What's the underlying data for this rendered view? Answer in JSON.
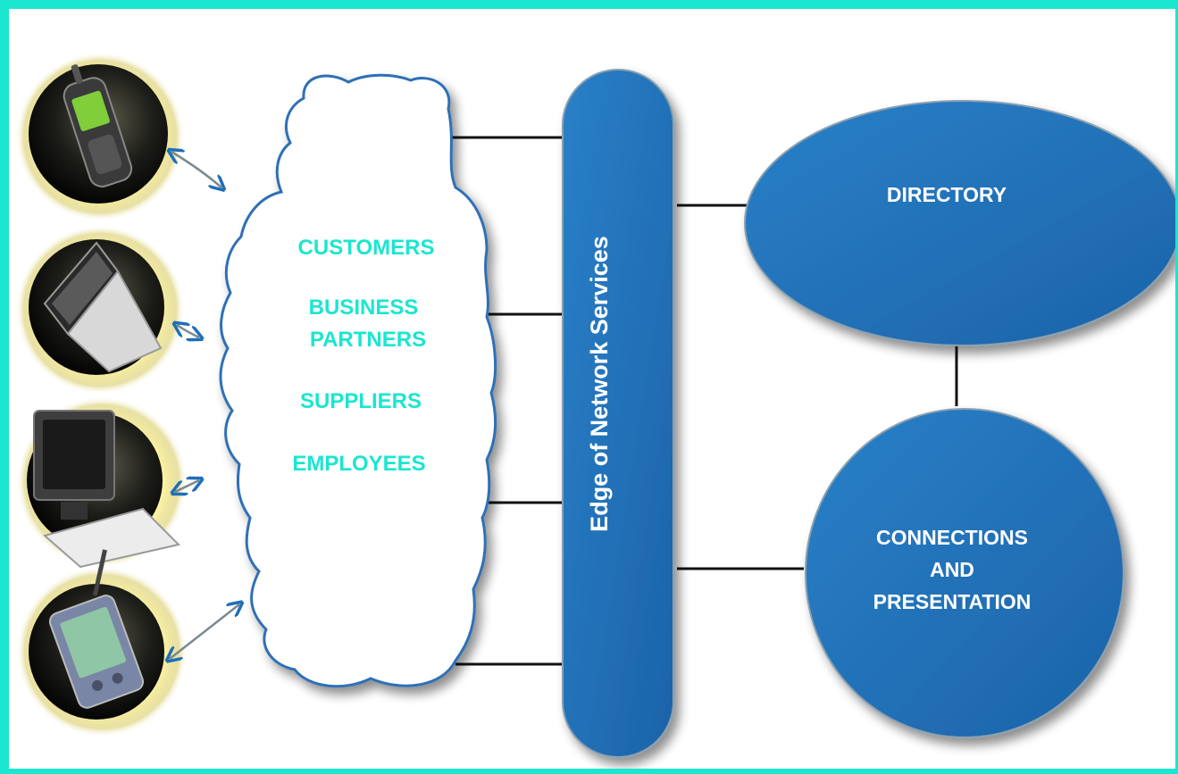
{
  "cloud": {
    "labels": [
      "CUSTOMERS",
      "BUSINESS",
      "PARTNERS",
      "SUPPLIERS",
      "EMPLOYEES"
    ]
  },
  "edge_bar": {
    "label": "Edge of Network Services"
  },
  "directory": {
    "label": "DIRECTORY"
  },
  "connections": {
    "line1": "CONNECTIONS",
    "line2": "AND",
    "line3": "PRESENTATION"
  },
  "devices": [
    "mobile-phone",
    "laptop",
    "desktop-computer",
    "pda"
  ],
  "colors": {
    "border": "#1be6d0",
    "shape_blue": "#1f6fb8",
    "cloud_text": "#1be6d0",
    "cloud_outline": "#2f6fb6",
    "device_bg": "#1a1a1a"
  }
}
